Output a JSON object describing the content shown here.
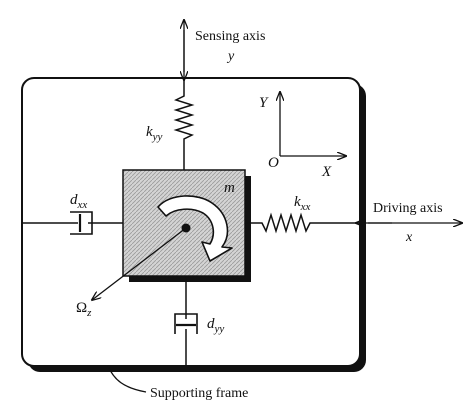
{
  "diagram": {
    "sensing_axis": {
      "line1": "Sensing axis",
      "line2": "y"
    },
    "driving_axis": {
      "line1": "Driving axis",
      "line2": "x"
    },
    "spring_y": {
      "base": "k",
      "sub": "yy"
    },
    "spring_x": {
      "base": "k",
      "sub": "xx"
    },
    "damper_x": {
      "base": "d",
      "sub": "xx"
    },
    "damper_y": {
      "base": "d",
      "sub": "yy"
    },
    "mass": {
      "label": "m"
    },
    "rotation": {
      "base": "Ω",
      "sub": "z"
    },
    "frame_axes": {
      "y_label": "Y",
      "x_label": "X",
      "origin_label": "O"
    },
    "frame": {
      "label": "Supporting frame"
    }
  }
}
